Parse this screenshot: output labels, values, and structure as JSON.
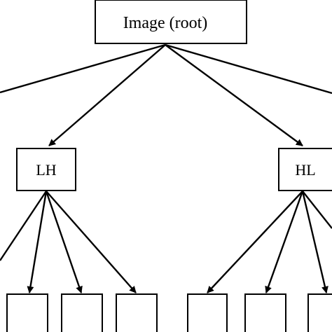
{
  "diagram": {
    "root": {
      "label": "Image (root)"
    },
    "level1": [
      {
        "label": "LH"
      },
      {
        "label": "HL"
      }
    ],
    "colors": {
      "stroke": "#000000",
      "fill": "#ffffff",
      "background": "#ffffff"
    }
  }
}
